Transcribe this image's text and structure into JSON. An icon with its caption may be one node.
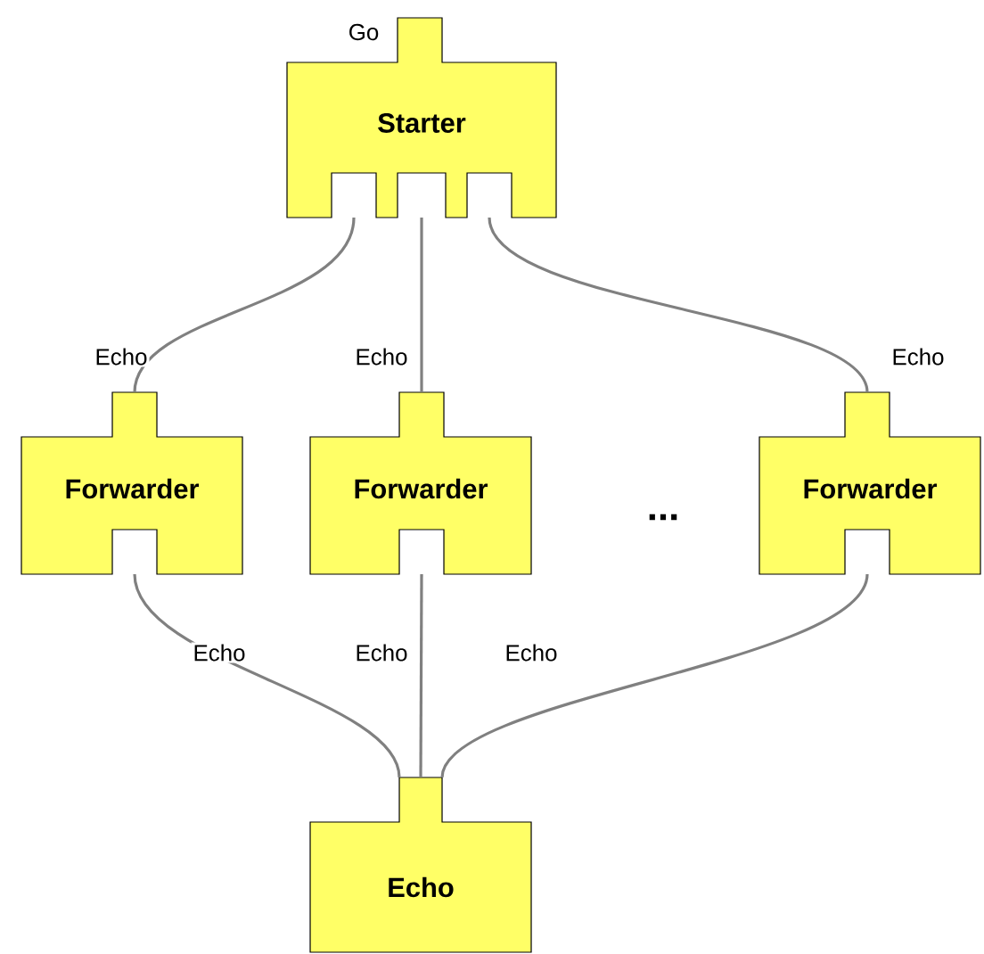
{
  "diagram": {
    "nodes": [
      {
        "text": [
          "Starter"
        ],
        "beside": [
          "Go"
        ]
      },
      {
        "text": [
          "Forwarder"
        ]
      },
      {
        "text": [
          "Forwarder"
        ]
      },
      {
        "text": [
          "Forwarder"
        ]
      },
      {
        "text": [
          "Echo"
        ]
      }
    ],
    "edges": [
      {
        "from": 0,
        "to": 1,
        "arrow": "none",
        "label": "Echo"
      },
      {
        "from": 0,
        "to": 2,
        "arrow": "none",
        "label": "Echo"
      },
      {
        "from": 0,
        "to": 3,
        "arrow": "none",
        "label": "Echo"
      },
      {
        "from": 1,
        "to": 4,
        "arrow": "none",
        "label": "Echo"
      },
      {
        "from": 2,
        "to": 4,
        "arrow": "none",
        "label": "Echo"
      },
      {
        "from": 3,
        "to": 4,
        "arrow": "none",
        "label": "Echo"
      }
    ],
    "labels": [
      "..."
    ]
  }
}
